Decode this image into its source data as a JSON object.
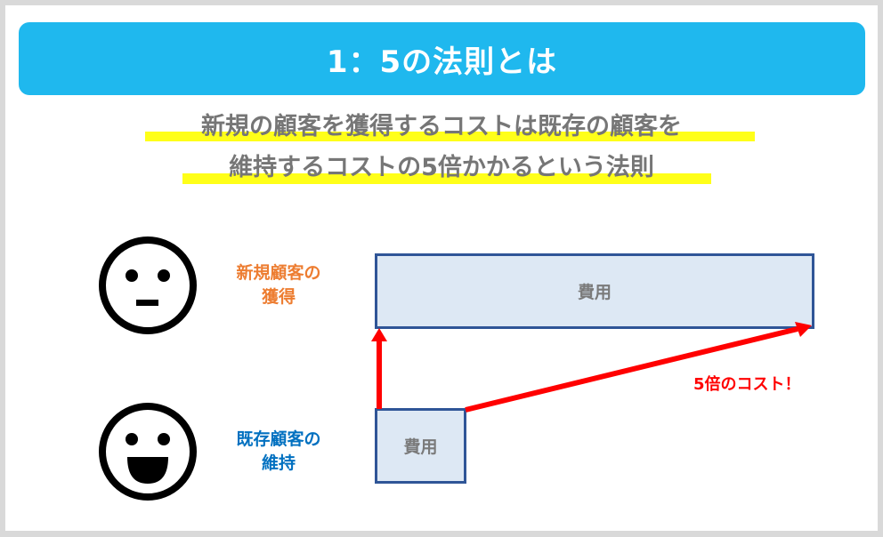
{
  "banner": {
    "title": "1：5の法則とは",
    "background_color": "#1fb8ee"
  },
  "subtitle": {
    "line1": "新規の顧客を獲得するコストは既存の顧客を",
    "line2": "維持するコストの5倍かかるという法則",
    "highlight_color": "#ffff19"
  },
  "rows": [
    {
      "face_icon": "neutral-face-icon",
      "label_line1": "新規顧客の",
      "label_line2": "獲得",
      "label_color": "#ed7d31",
      "box_label": "費用"
    },
    {
      "face_icon": "smiling-face-icon",
      "label_line1": "既存顧客の",
      "label_line2": "維持",
      "label_color": "#0070c0",
      "box_label": "費用"
    }
  ],
  "annotation": {
    "text": "5倍のコスト！",
    "color": "#ff0000"
  },
  "colors": {
    "box_border": "#2f5597",
    "box_fill": "#dde8f4",
    "arrow": "#ff0000"
  }
}
